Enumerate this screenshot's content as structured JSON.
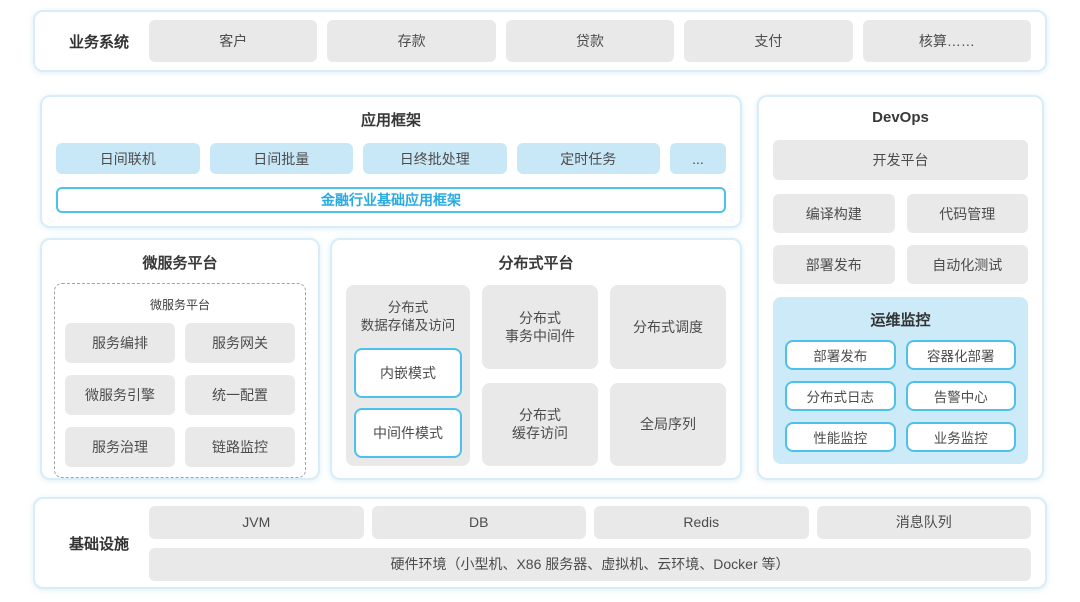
{
  "colors": {
    "container_border": "#d8edf7",
    "gray_fill": "#e9e9e9",
    "light_blue_fill": "#c9e8f7",
    "panel_blue_fill": "#cdeaf8",
    "accent_border": "#4fc1e9",
    "accent_text": "#29abe2",
    "text_dark": "#434343"
  },
  "business_systems": {
    "label": "业务系统",
    "items": [
      "客户",
      "存款",
      "贷款",
      "支付",
      "核算……"
    ]
  },
  "app_framework": {
    "title": "应用框架",
    "items": [
      "日间联机",
      "日间批量",
      "日终批处理",
      "定时任务",
      "..."
    ],
    "base_framework": "金融行业基础应用框架"
  },
  "devops": {
    "title": "DevOps",
    "dev_platform": "开发平台",
    "items": [
      "编译构建",
      "代码管理",
      "部署发布",
      "自动化测试"
    ],
    "ops_monitor": {
      "title": "运维监控",
      "items": [
        "部署发布",
        "容器化部署",
        "分布式日志",
        "告警中心",
        "性能监控",
        "业务监控"
      ]
    }
  },
  "microservice_platform": {
    "title": "微服务平台",
    "inner_title": "微服务平台",
    "items": [
      "服务编排",
      "服务网关",
      "微服务引擎",
      "统一配置",
      "服务治理",
      "链路监控"
    ]
  },
  "distributed_platform": {
    "title": "分布式平台",
    "storage": {
      "title": "分布式\n数据存储及访问",
      "modes": [
        "内嵌模式",
        "中间件模式"
      ]
    },
    "items": [
      "分布式\n事务中间件",
      "分布式调度",
      "分布式\n缓存访问",
      "全局序列"
    ]
  },
  "infrastructure": {
    "label": "基础设施",
    "items": [
      "JVM",
      "DB",
      "Redis",
      "消息队列"
    ],
    "hardware": "硬件环境（小型机、X86 服务器、虚拟机、云环境、Docker 等）"
  }
}
